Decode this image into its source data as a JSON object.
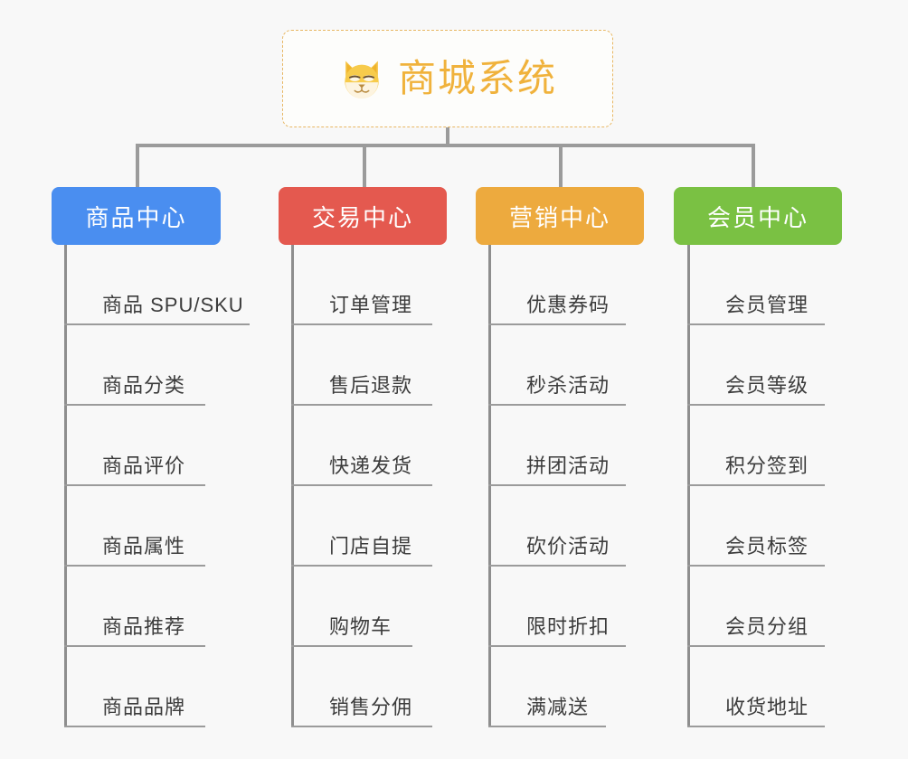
{
  "page": {
    "background_color": "#f8f8f8",
    "type": "mindmap"
  },
  "root": {
    "title": "商城系统",
    "icon": "shiba-dog-face-icon",
    "text_color": "#f0b23c",
    "border_color": "#e8b763",
    "background_color": "#fdfdfb"
  },
  "branches": [
    {
      "label": "商品中心",
      "color": "#4a8ef0",
      "items": [
        "商品 SPU/SKU",
        "商品分类",
        "商品评价",
        "商品属性",
        "商品推荐",
        "商品品牌"
      ]
    },
    {
      "label": "交易中心",
      "color": "#e4594f",
      "items": [
        "订单管理",
        "售后退款",
        "快递发货",
        "门店自提",
        "购物车",
        "销售分佣"
      ]
    },
    {
      "label": "营销中心",
      "color": "#edaa3e",
      "items": [
        "优惠券码",
        "秒杀活动",
        "拼团活动",
        "砍价活动",
        "限时折扣",
        "满减送"
      ]
    },
    {
      "label": "会员中心",
      "color": "#7ac143",
      "items": [
        "会员管理",
        "会员等级",
        "积分签到",
        "会员标签",
        "会员分组",
        "收货地址"
      ]
    }
  ],
  "connector": {
    "color": "#9b9b9b"
  }
}
